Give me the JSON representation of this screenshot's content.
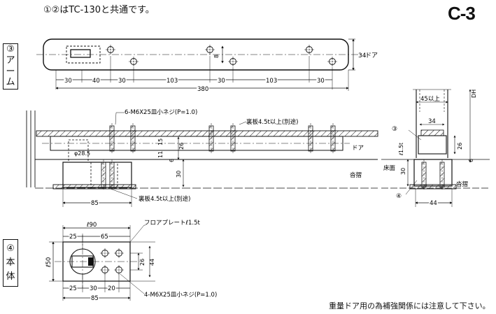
{
  "header": {
    "note": "①②はTC-130と共通です。",
    "code": "C-3"
  },
  "sections": {
    "arm": {
      "badge": "③",
      "chars": [
        "ア",
        "ー",
        "ム"
      ]
    },
    "body": {
      "badge": "④",
      "chars": [
        "本",
        "体"
      ]
    }
  },
  "arm_view": {
    "door_label": "ドア",
    "height": "34",
    "small_dim": "8",
    "dims": [
      "30",
      "40",
      "30",
      "103",
      "30",
      "103",
      "30"
    ],
    "overall": "380"
  },
  "section_view": {
    "screw_callout": "6-M6X25皿小ネジ(P=1.0)",
    "plate_callout_top": "裏板4.5t以上(別途)",
    "plate_callout_bottom": "裏板4.5t以上(別途)",
    "door_label": "ドア",
    "threshold_label": "沓摺",
    "dia": "φ28.5",
    "d11": "11",
    "d15": "15",
    "d6": "6",
    "d26": "26",
    "d30": "30",
    "d85": "85"
  },
  "side_view": {
    "top_width": "45以上",
    "dh_label": "DH",
    "inner_width": "34",
    "badge_arm": "③",
    "badge_body": "④",
    "plate_label": "ℓ1.5t",
    "d26": "26",
    "d6": "6",
    "floor_label": "床面",
    "d30": "30",
    "threshold_label": "沓摺",
    "d44": "44"
  },
  "body_view": {
    "plate_callout": "フロアプレートℓ1.5t",
    "screw_callout": "4-M6X25皿小ネジ(P=1.0)",
    "top_overall": "ℓ90",
    "top_dims": [
      "25",
      "65"
    ],
    "left_height": "ℓ50",
    "right_dims": [
      "26",
      "44"
    ],
    "bottom_dims": [
      "25",
      "30",
      "20"
    ],
    "bottom_overall": "85"
  },
  "footer": {
    "note": "重量ドア用の為補強関係には注意して下さい。"
  }
}
